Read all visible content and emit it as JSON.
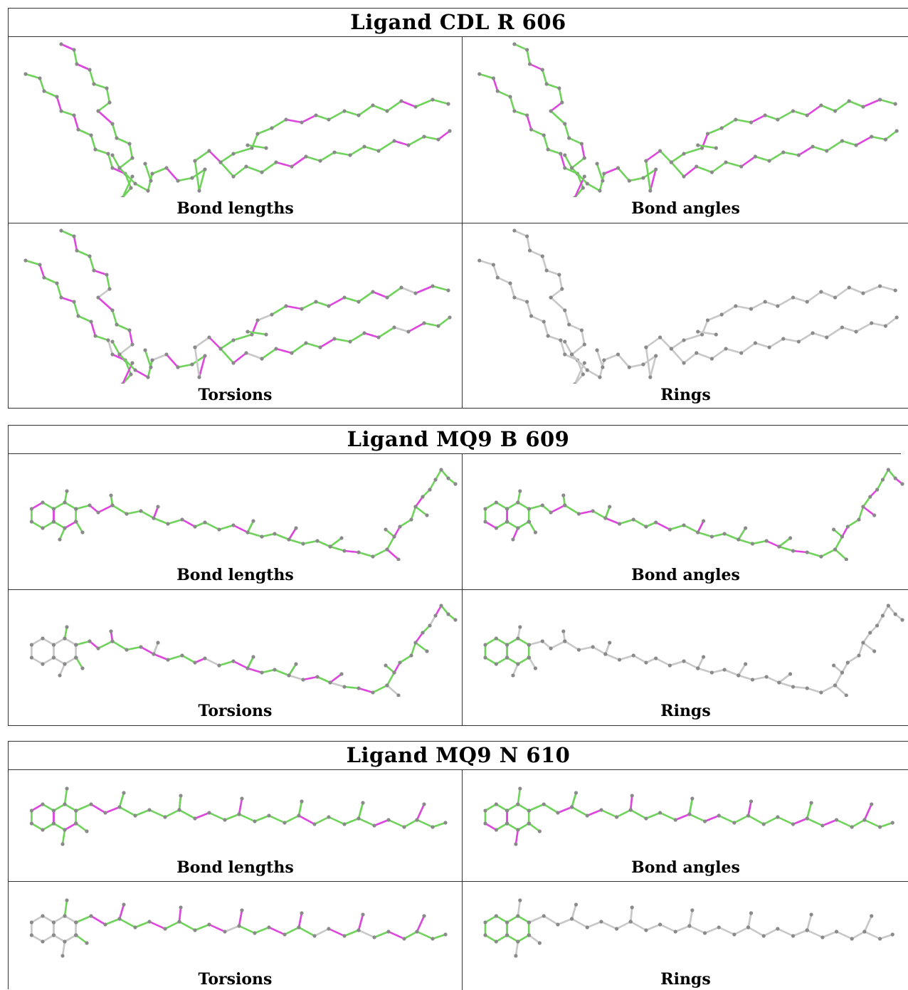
{
  "colors": {
    "good": "#6fd35b",
    "outlier": "#de44de",
    "none": "#c8c8c8",
    "atom": "#8a8a8a"
  },
  "ligands": [
    {
      "title": "Ligand CDL R 606",
      "panels": [
        {
          "caption": "Bond lengths",
          "scheme": "lengths"
        },
        {
          "caption": "Bond angles",
          "scheme": "angles"
        },
        {
          "caption": "Torsions",
          "scheme": "torsions"
        },
        {
          "caption": "Rings",
          "scheme": "rings"
        }
      ]
    },
    {
      "title": "Ligand MQ9 B 609",
      "panels": [
        {
          "caption": "Bond lengths",
          "scheme": "lengths"
        },
        {
          "caption": "Bond angles",
          "scheme": "angles"
        },
        {
          "caption": "Torsions",
          "scheme": "torsions"
        },
        {
          "caption": "Rings",
          "scheme": "rings"
        }
      ]
    },
    {
      "title": "Ligand MQ9 N 610",
      "panels": [
        {
          "caption": "Bond lengths",
          "scheme": "lengths"
        },
        {
          "caption": "Bond angles",
          "scheme": "angles"
        },
        {
          "caption": "Torsions",
          "scheme": "torsions"
        },
        {
          "caption": "Rings",
          "scheme": "rings"
        }
      ]
    }
  ]
}
